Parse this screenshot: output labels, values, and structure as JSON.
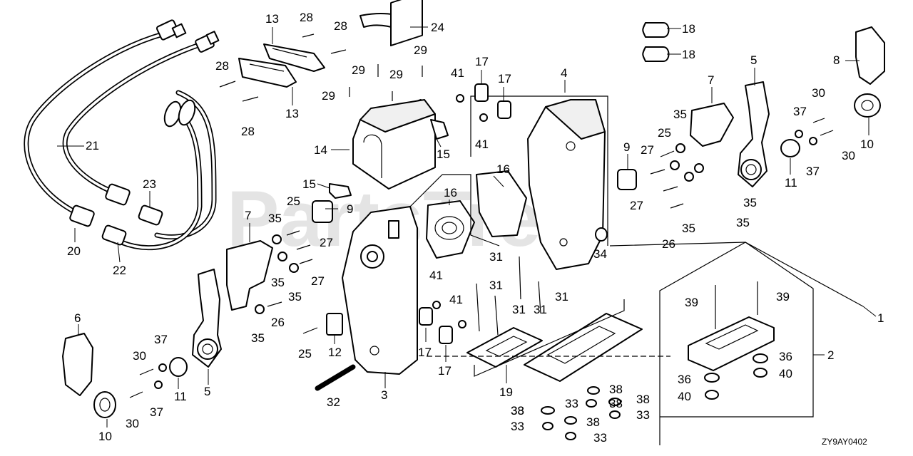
{
  "diagram": {
    "watermark": "PartsTree",
    "drawing_code": "ZY9AY0402",
    "callouts": [
      "1",
      "2",
      "3",
      "4",
      "5",
      "5",
      "6",
      "7",
      "7",
      "8",
      "9",
      "9",
      "10",
      "10",
      "11",
      "11",
      "12",
      "13",
      "13",
      "14",
      "15",
      "15",
      "16",
      "16",
      "17",
      "17",
      "17",
      "17",
      "18",
      "18",
      "19",
      "20",
      "21",
      "22",
      "23",
      "24",
      "25",
      "25",
      "25",
      "26",
      "26",
      "27",
      "27",
      "27",
      "27",
      "28",
      "28",
      "28",
      "28",
      "29",
      "29",
      "29",
      "29",
      "30",
      "30",
      "30",
      "30",
      "31",
      "31",
      "31",
      "31",
      "31",
      "32",
      "33",
      "33",
      "33",
      "33",
      "33",
      "34",
      "35",
      "35",
      "35",
      "35",
      "35",
      "35",
      "35",
      "35",
      "36",
      "36",
      "37",
      "37",
      "37",
      "37",
      "38",
      "38",
      "38",
      "38",
      "38",
      "39",
      "39",
      "40",
      "40",
      "41",
      "41",
      "41",
      "41"
    ]
  }
}
